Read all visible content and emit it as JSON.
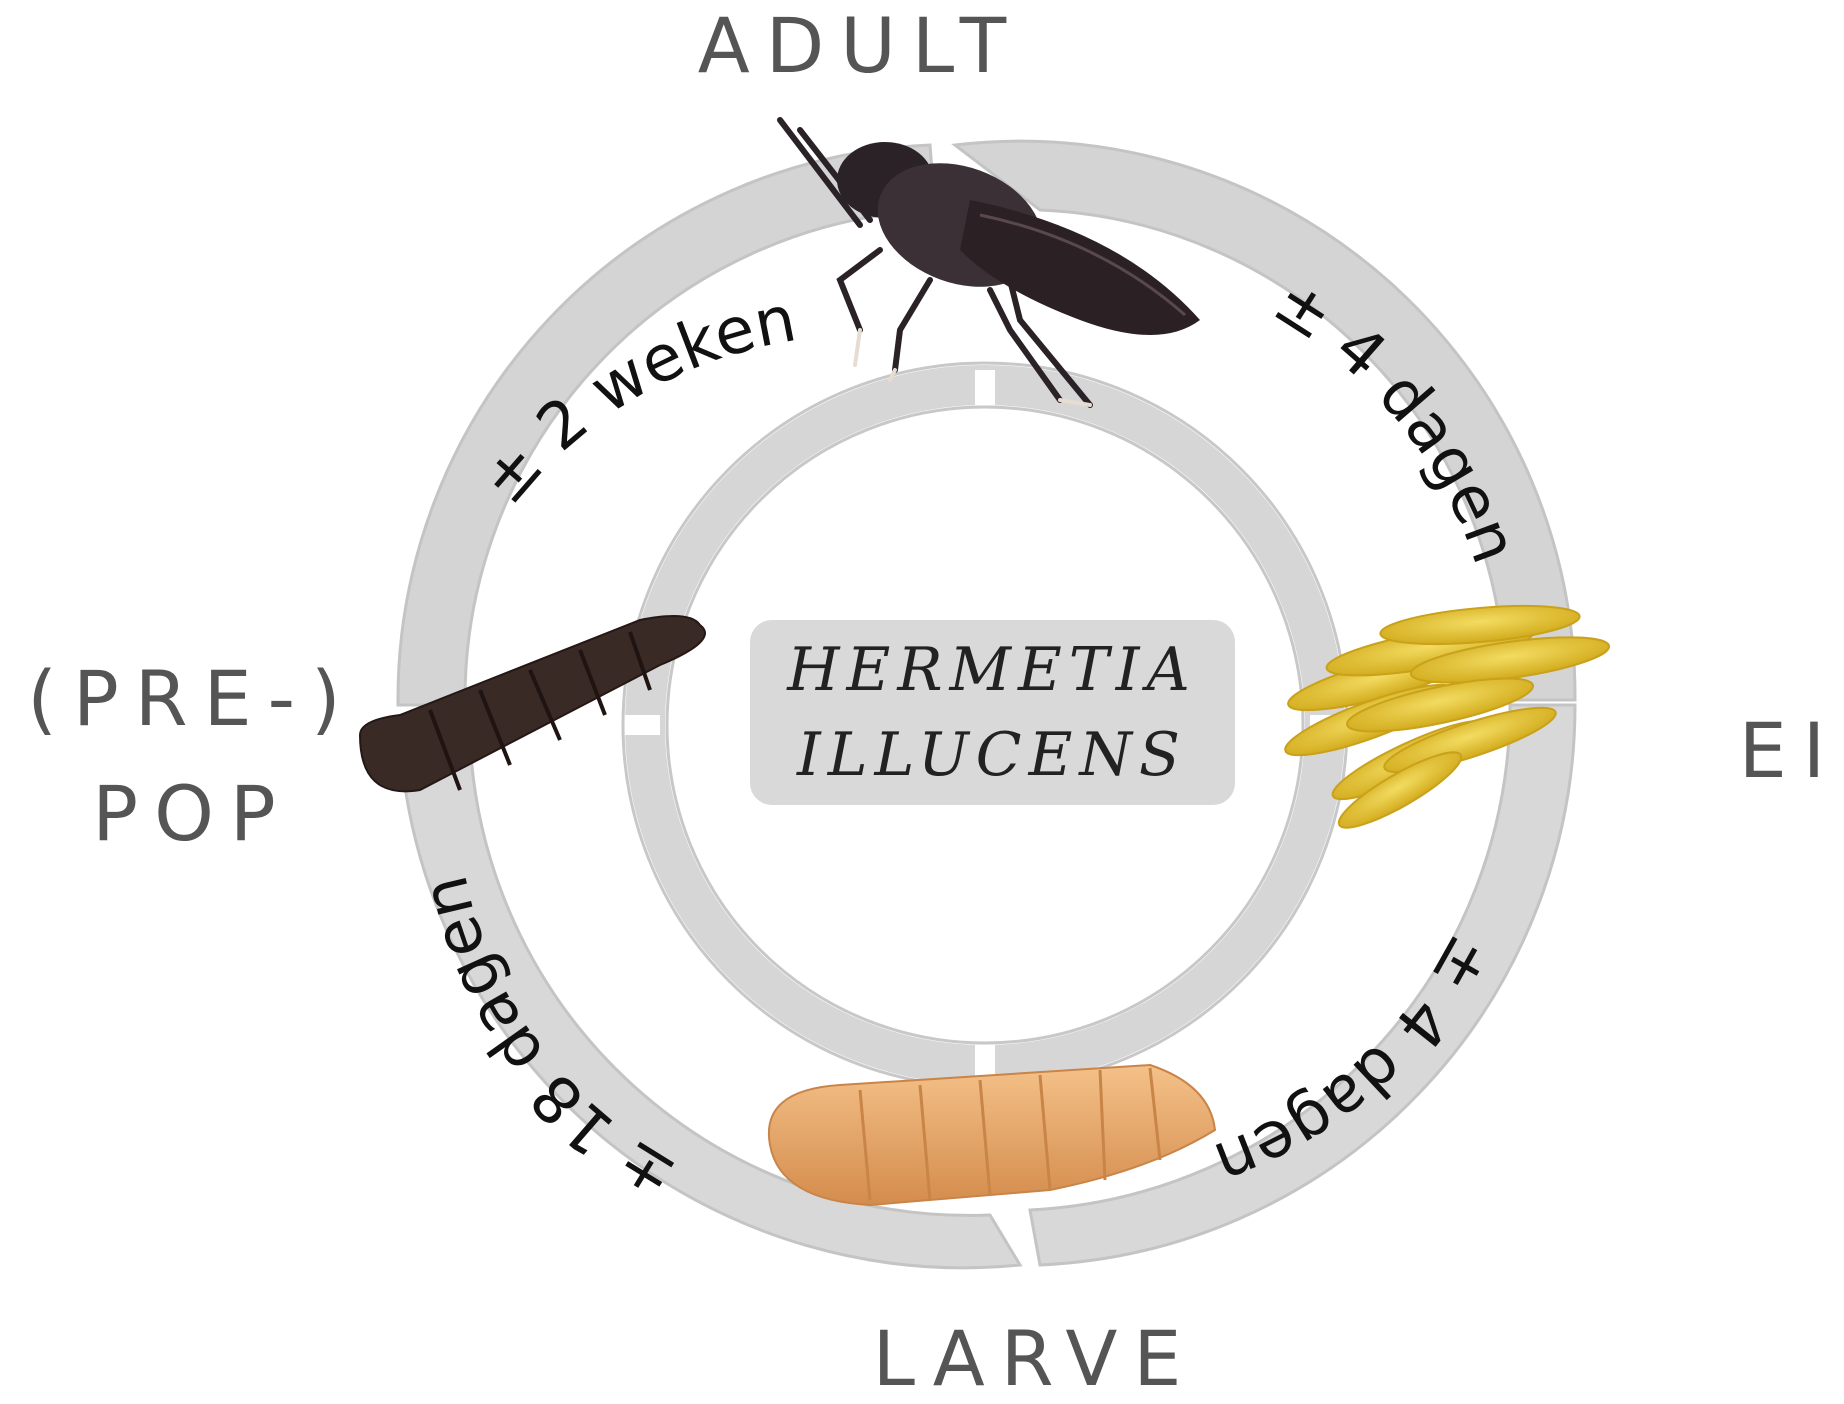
{
  "species": {
    "line1": "HERMETIA",
    "line2": "ILLUCENS"
  },
  "stages": {
    "adult": "ADULT",
    "egg": "EI",
    "larva": "LARVE",
    "pupa_line1": "(PRE-)",
    "pupa_line2": "POP"
  },
  "durations": {
    "adult_to_egg": "± 4 dagen",
    "egg_to_larva": "± 4 dagen",
    "larva_to_pupa": "± 18 dagen",
    "pupa_to_adult": "± 2 weken"
  },
  "icons": {
    "adult": "black-soldier-fly-icon",
    "egg": "egg-cluster-icon",
    "larva": "orange-larva-icon",
    "pupa": "dark-prepupa-icon"
  },
  "colors": {
    "ring": "#d4d4d4",
    "ring_stroke": "#c4c4c4",
    "label": "#555555",
    "center_box": "#d9d9d9",
    "fly": "#2a2226",
    "eggs": "#e6c22c",
    "larva": "#e9aa6a",
    "pupa": "#3a2a26"
  }
}
